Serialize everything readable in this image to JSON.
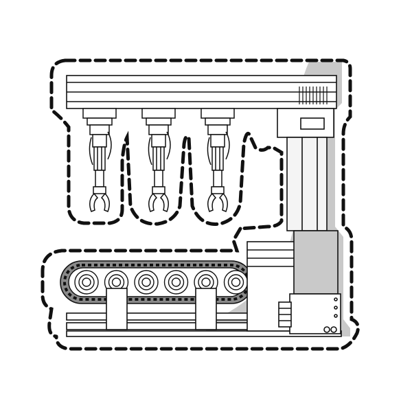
{
  "illustration": {
    "subject": "industrial-robotic-assembly-line-sticker",
    "robot_arms": [
      {
        "name": "arm-1"
      },
      {
        "name": "arm-2"
      },
      {
        "name": "arm-3"
      }
    ],
    "conveyor_rollers": 6,
    "colors": {
      "outline": "#111111",
      "shadow": "#c9c9c9",
      "background": "#ffffff",
      "dark_fill": "#8a8a8a"
    }
  }
}
